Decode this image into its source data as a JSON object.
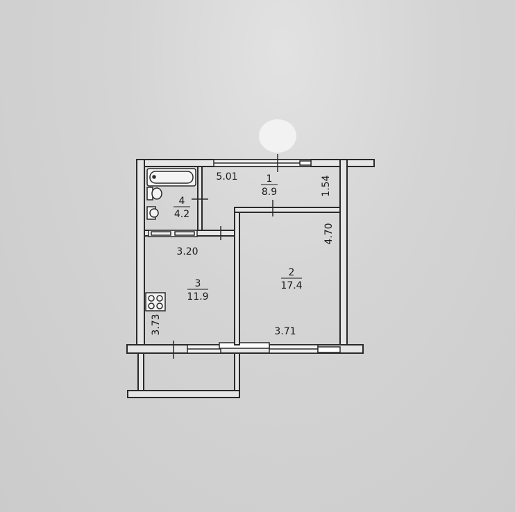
{
  "rooms": [
    {
      "number": "1",
      "area": "8.9"
    },
    {
      "number": "2",
      "area": "17.4"
    },
    {
      "number": "3",
      "area": "11.9"
    },
    {
      "number": "4",
      "area": "4.2"
    }
  ],
  "dimensions": {
    "corridor_width": "5.01",
    "corridor_depth": "1.54",
    "room2_depth": "4.70",
    "room2_width": "3.71",
    "kitchen_width": "3.20",
    "kitchen_depth": "3.73"
  },
  "colors": {
    "background": "#d2d2d2",
    "wall": "#2a2a2a",
    "wall_fill": "#e4e4e4"
  }
}
